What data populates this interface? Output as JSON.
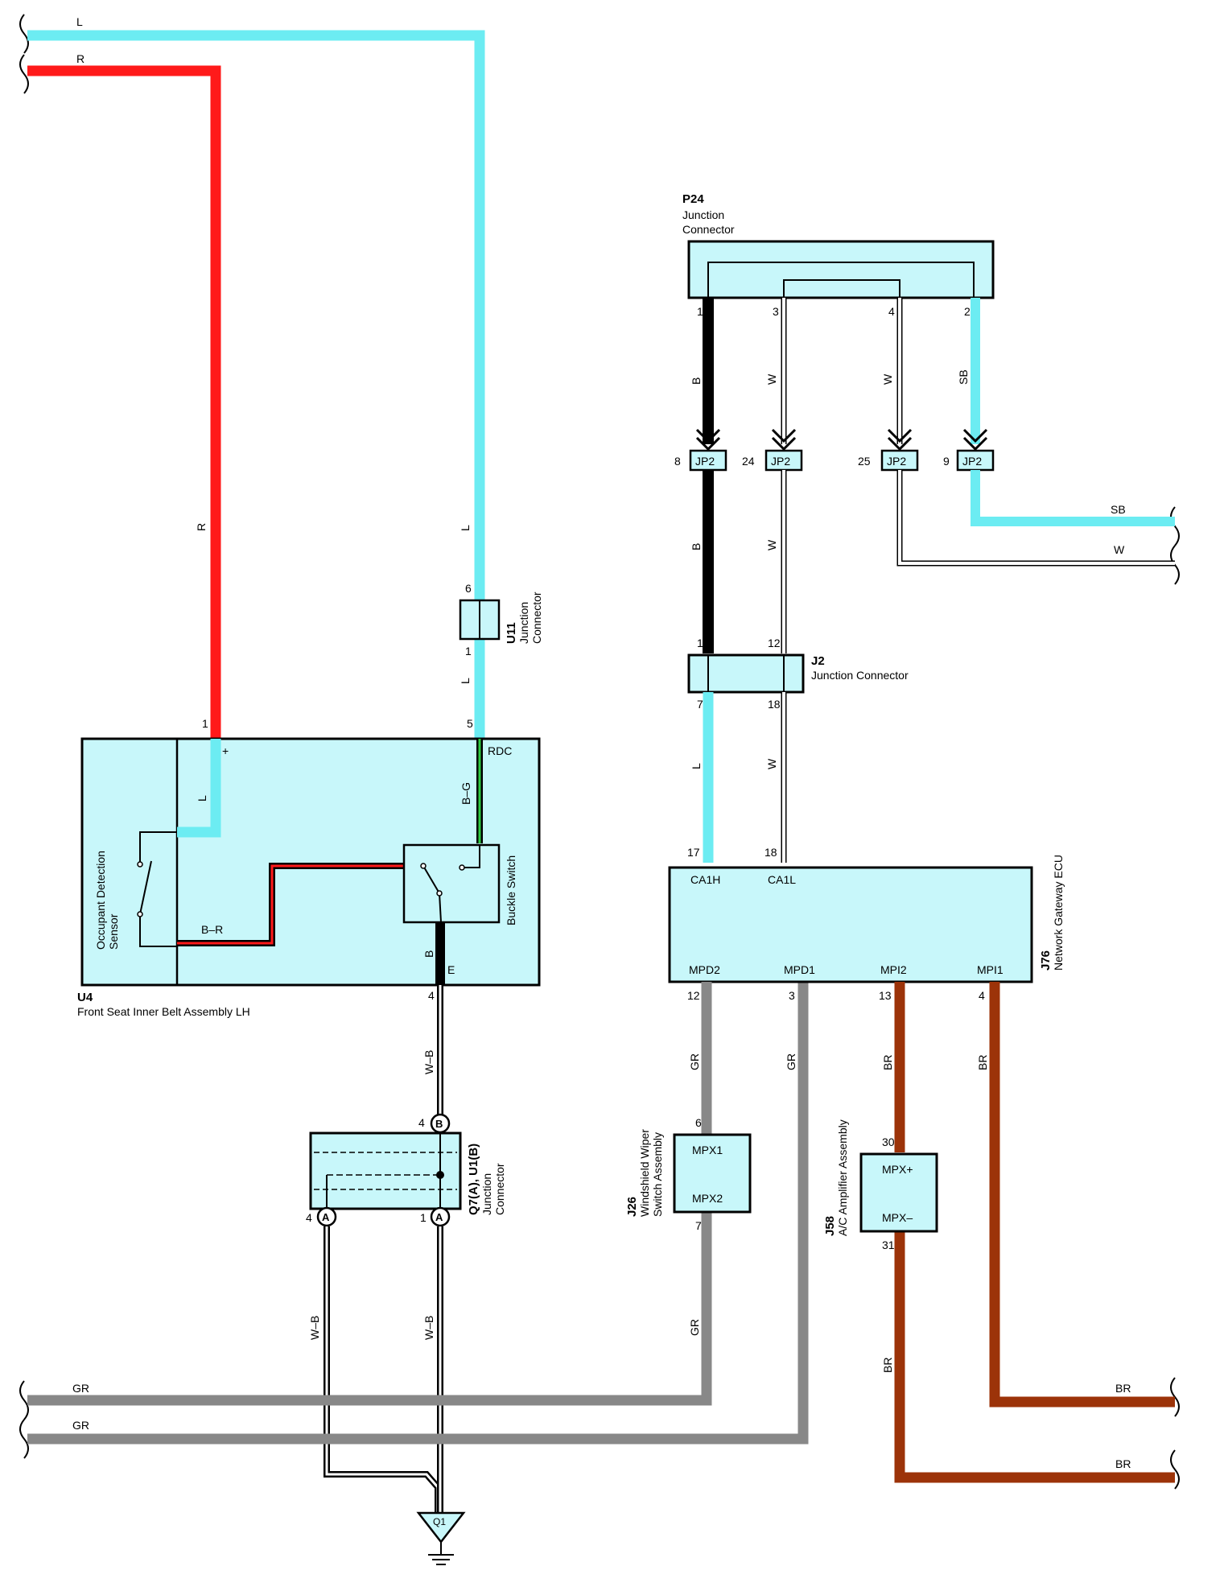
{
  "colors": {
    "cyan": "#6cecf2",
    "cyan_fill": "#c8f7fa",
    "red": "#ff1a1a",
    "black": "#000000",
    "gray": "#888888",
    "brown": "#9c3309",
    "green": "#2ecc40"
  },
  "wires": {
    "top_l": "L",
    "top_r": "R",
    "r_vert": "R",
    "l_vert": "L",
    "l_u11": "L",
    "l_u4": "L",
    "b_g": "B–G",
    "b_r": "B–R",
    "b_e": "B",
    "w_b_top": "W–B",
    "w_b_left": "W–B",
    "w_b_right": "W–B",
    "gr1": "GR",
    "gr2": "GR",
    "p24_b": "B",
    "p24_w1": "W",
    "p24_w2": "W",
    "p24_sb": "SB",
    "jp_b": "B",
    "jp_w": "W",
    "sb_out": "SB",
    "w_out": "W",
    "j2_l": "L",
    "j2_w": "W",
    "mpd2_gr": "GR",
    "mpd1_gr": "GR",
    "mpi2_br": "BR",
    "mpi1_br": "BR",
    "j26_gr": "GR",
    "j58_br": "BR",
    "br1": "BR",
    "br2": "BR"
  },
  "components": {
    "p24": {
      "code": "P24",
      "name_1": "Junction",
      "name_2": "Connector"
    },
    "u11": {
      "code": "U11",
      "name_1": "Junction",
      "name_2": "Connector"
    },
    "u4": {
      "code": "U4",
      "name": "Front Seat Inner Belt Assembly LH",
      "sensor_1": "Occupant Detection",
      "sensor_2": "Sensor",
      "switch": "Buckle Switch",
      "rdc": "RDC",
      "plus": "+",
      "e": "E"
    },
    "j2": {
      "code": "J2",
      "name": "Junction Connector"
    },
    "j76": {
      "code": "J76",
      "name": "Network Gateway ECU",
      "ca1h": "CA1H",
      "ca1l": "CA1L",
      "mpd2": "MPD2",
      "mpd1": "MPD1",
      "mpi2": "MPI2",
      "mpi1": "MPI1"
    },
    "q7": {
      "code": "Q7(A), U1(B)",
      "name_1": "Junction",
      "name_2": "Connector",
      "tag_a": "A",
      "tag_b": "B"
    },
    "j26": {
      "code": "J26",
      "name_1": "Windshield Wiper",
      "name_2": "Switch Assembly",
      "mpx1": "MPX1",
      "mpx2": "MPX2"
    },
    "j58": {
      "code": "J58",
      "name": "A/C Amplifier Assembly",
      "mpxp": "MPX+",
      "mpxm": "MPX–"
    },
    "q1": {
      "code": "Q1"
    },
    "jp2": "JP2"
  },
  "pins": {
    "p24_1": "1",
    "p24_3": "3",
    "p24_4": "4",
    "p24_2": "2",
    "jp_8": "8",
    "jp_24": "24",
    "jp_25": "25",
    "jp_9": "9",
    "u11_6": "6",
    "u11_1": "1",
    "j2_1": "1",
    "j2_12": "12",
    "j2_7": "7",
    "j2_18": "18",
    "u4_1": "1",
    "u4_5": "5",
    "u4_4": "4",
    "j76_17": "17",
    "j76_18": "18",
    "j76_12": "12",
    "j76_3": "3",
    "j76_13": "13",
    "j76_4": "4",
    "q7_4b": "4",
    "q7_4a": "4",
    "q7_1a": "1",
    "j26_6": "6",
    "j26_7": "7",
    "j58_30": "30",
    "j58_31": "31"
  }
}
